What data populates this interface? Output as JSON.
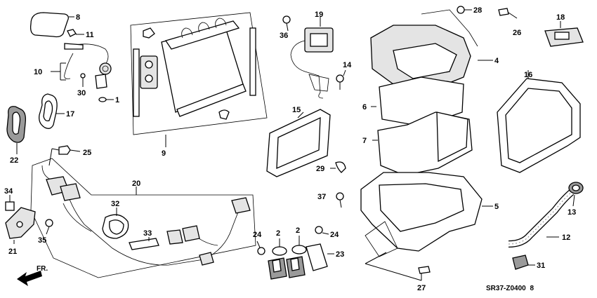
{
  "diagram": {
    "code": "SR37-Z0400",
    "code_suffix": "8",
    "direction_label": "FR.",
    "callouts": [
      {
        "id": "c1",
        "text": "1"
      },
      {
        "id": "c2a",
        "text": "2"
      },
      {
        "id": "c2b",
        "text": "2"
      },
      {
        "id": "c4",
        "text": "4"
      },
      {
        "id": "c5",
        "text": "5"
      },
      {
        "id": "c6",
        "text": "6"
      },
      {
        "id": "c7",
        "text": "7"
      },
      {
        "id": "c8",
        "text": "8"
      },
      {
        "id": "c9",
        "text": "9"
      },
      {
        "id": "c10",
        "text": "10"
      },
      {
        "id": "c11",
        "text": "11"
      },
      {
        "id": "c12",
        "text": "12"
      },
      {
        "id": "c13",
        "text": "13"
      },
      {
        "id": "c14",
        "text": "14"
      },
      {
        "id": "c15",
        "text": "15"
      },
      {
        "id": "c16",
        "text": "16"
      },
      {
        "id": "c17",
        "text": "17"
      },
      {
        "id": "c18",
        "text": "18"
      },
      {
        "id": "c19",
        "text": "19"
      },
      {
        "id": "c20",
        "text": "20"
      },
      {
        "id": "c21",
        "text": "21"
      },
      {
        "id": "c22",
        "text": "22"
      },
      {
        "id": "c23",
        "text": "23"
      },
      {
        "id": "c24a",
        "text": "24"
      },
      {
        "id": "c24b",
        "text": "24"
      },
      {
        "id": "c25",
        "text": "25"
      },
      {
        "id": "c26",
        "text": "26"
      },
      {
        "id": "c27",
        "text": "27"
      },
      {
        "id": "c28",
        "text": "28"
      },
      {
        "id": "c29",
        "text": "29"
      },
      {
        "id": "c30",
        "text": "30"
      },
      {
        "id": "c31",
        "text": "31"
      },
      {
        "id": "c32",
        "text": "32"
      },
      {
        "id": "c33",
        "text": "33"
      },
      {
        "id": "c34",
        "text": "34"
      },
      {
        "id": "c35",
        "text": "35"
      },
      {
        "id": "c36",
        "text": "36"
      },
      {
        "id": "c37",
        "text": "37"
      }
    ]
  }
}
